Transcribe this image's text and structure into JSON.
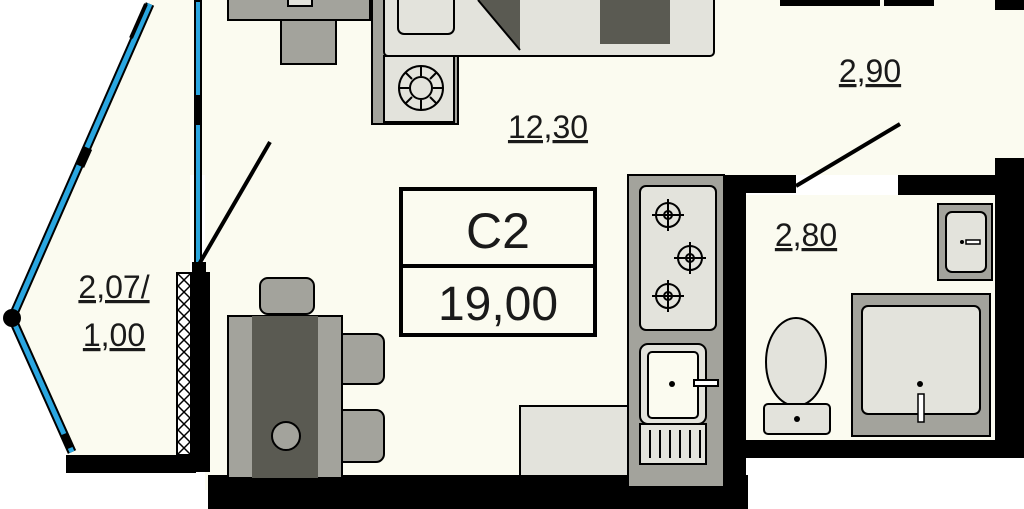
{
  "unit": {
    "code": "С2",
    "total_area": "19,00"
  },
  "rooms": {
    "main_room_area": "12,30",
    "hallway_area": "2,90",
    "bathroom_area": "2,80",
    "balcony_area_line1": "2,07/",
    "balcony_area_line2": "1,00"
  },
  "colors": {
    "floor": "#fbfbf0",
    "wall": "#000000",
    "window": "#2aa6e0",
    "furniture_dark": "#5a5a52",
    "furniture_mid": "#a3a39c",
    "furniture_light": "#e3e3dc"
  },
  "icons": {
    "stove": "burner-icon",
    "fan": "exhaust-fan-icon",
    "sink": "sink-icon",
    "toilet": "toilet-icon",
    "shower": "shower-tray-icon"
  }
}
